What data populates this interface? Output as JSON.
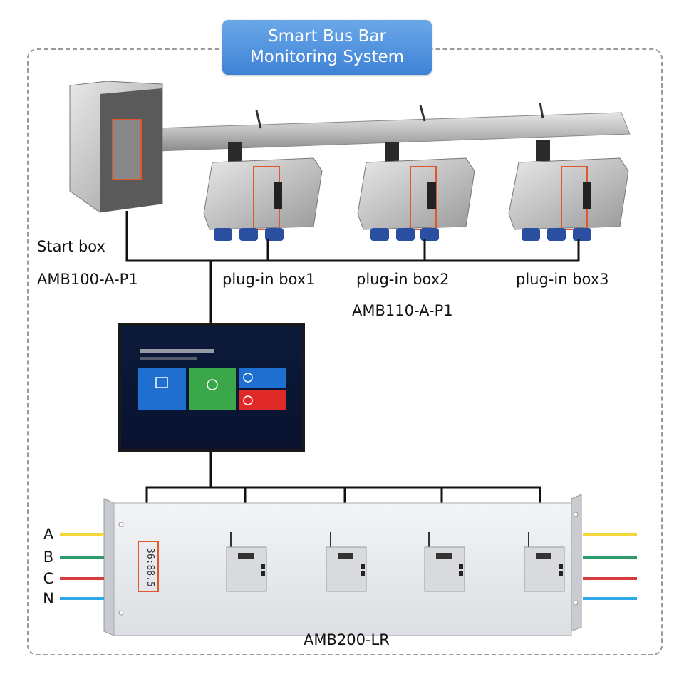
{
  "title": {
    "line1": "Smart Bus Bar",
    "line2": "Monitoring System"
  },
  "start_box": {
    "label": "Start box",
    "model": "AMB100-A-P1"
  },
  "plug_in_boxes": [
    {
      "label": "plug-in box1"
    },
    {
      "label": "plug-in box2"
    },
    {
      "label": "plug-in box3"
    }
  ],
  "plug_in_model": "AMB110-A-P1",
  "panel": {
    "model": "AMB200-LR",
    "display_readout": "36:88.5"
  },
  "phases": [
    "A",
    "B",
    "C",
    "N"
  ],
  "colors": {
    "title_bg": "#4a8fde",
    "phase_A": "#f2d63a",
    "phase_B": "#2e9a6a",
    "phase_C": "#d63a3a",
    "phase_N": "#2ea8e8",
    "tile_blue": "#1e6fd0",
    "tile_green": "#3aa84a",
    "tile_red": "#e02a2a"
  }
}
